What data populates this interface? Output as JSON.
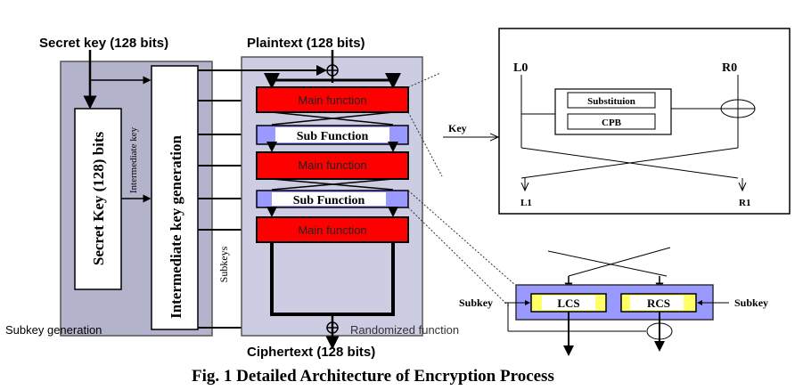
{
  "figure": {
    "caption": "Fig. 1 Detailed Architecture of Encryption Process"
  },
  "left_panel": {
    "input_label": "Secret key (128 bits)",
    "secret_key_box": "Secret Key (128) bits",
    "intermediate_key_label": "Intermediate key",
    "intermediate_key_gen_box": "Intermediate key generation",
    "subkeys_label": "Subkeys",
    "footer_label": "Subkey generation"
  },
  "center_panel": {
    "input_label": "Plaintext (128 bits)",
    "output_label": "Ciphertext (128 bits)",
    "randomized_label": "Randomized function",
    "blocks": [
      {
        "type": "main",
        "label": "Main function"
      },
      {
        "type": "sub",
        "label": "Sub Function"
      },
      {
        "type": "main",
        "label": "Main function"
      },
      {
        "type": "sub",
        "label": "Sub Function"
      },
      {
        "type": "main",
        "label": "Main function"
      }
    ]
  },
  "main_function_detail": {
    "key_label": "Key",
    "left_in": "L0",
    "right_in": "R0",
    "substitution_label": "Substituion",
    "cpb_label": "CPB",
    "left_out": "L1",
    "right_out": "R1"
  },
  "sub_function_detail": {
    "left_box": "LCS",
    "right_box": "RCS",
    "left_subkey": "Subkey",
    "right_subkey": "Subkey"
  },
  "colors": {
    "left_panel_bg": "#b3b3cc",
    "center_panel_bg": "#ccccE3",
    "main_function": "#ff0000",
    "sub_function": "#9999ff",
    "subfn_inner": "#ffff66",
    "stroke": "#000000"
  }
}
